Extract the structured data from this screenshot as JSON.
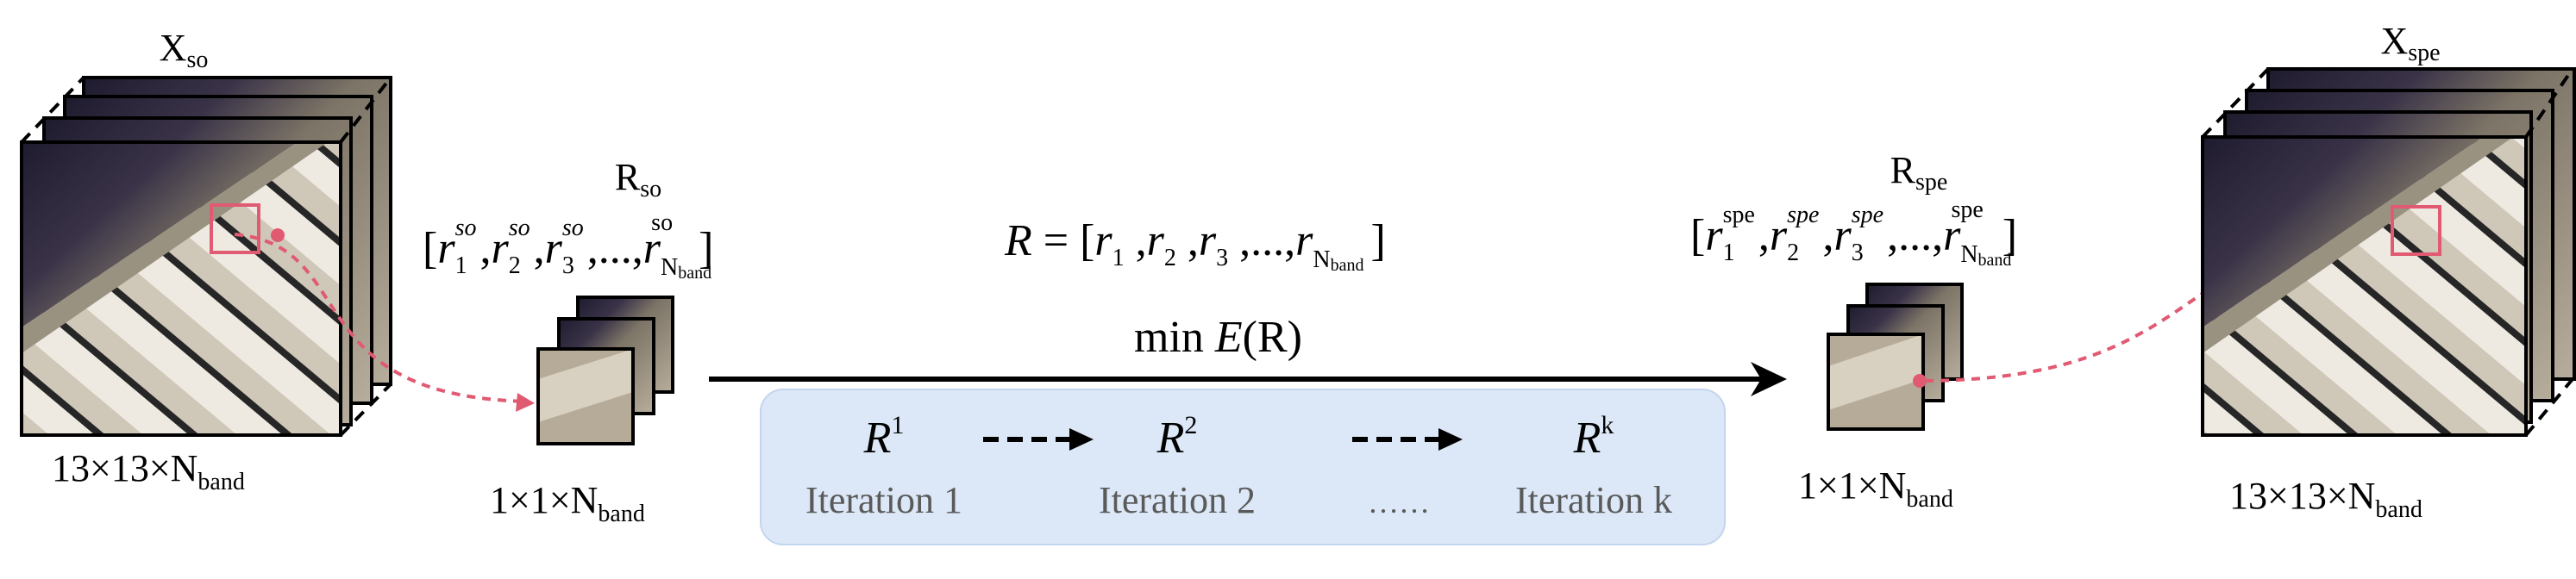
{
  "left_cube": {
    "title": "X",
    "title_sub": "so",
    "size_label": "13×13×N",
    "size_sub": "band"
  },
  "small_left": {
    "title": "R",
    "title_sub": "so",
    "vector": {
      "open": "[",
      "r": "r",
      "sub1": "1",
      "sup1": "so",
      "sub2": "2",
      "sup2": "so",
      "sub3": "3",
      "sup3": "so",
      "ellipsis": ",...,",
      "subN": "N",
      "subN_sub": "band",
      "supN": "so",
      "close": "]"
    },
    "size_label": "1×1×N",
    "size_sub": "band"
  },
  "center": {
    "equation": {
      "lhs": "R",
      "eq": " = [",
      "r": "r",
      "s1": "1",
      "s2": "2",
      "s3": "3",
      "dots": " ,...,",
      "sN": "N",
      "sN_sub": "band",
      "close": "]"
    },
    "min_prefix": "min ",
    "min_E": "E",
    "min_arg": "(R)",
    "iterations": [
      {
        "symbol": "R",
        "sup": "1",
        "label": "Iteration 1"
      },
      {
        "symbol": "R",
        "sup": "2",
        "label": "Iteration 2"
      },
      {
        "symbol": "",
        "sup": "",
        "label": "……"
      },
      {
        "symbol": "R",
        "sup": "k",
        "label": "Iteration k"
      }
    ]
  },
  "small_right": {
    "title": "R",
    "title_sub": "spe",
    "vector": {
      "open": "[",
      "r": "r",
      "sub1": "1",
      "sup1": "spe",
      "sub2": "2",
      "sup2": "spe",
      "sub3": "3",
      "sup3": "spe",
      "ellipsis": ",...,",
      "subN": "N",
      "subN_sub": "band",
      "supN": "spe",
      "close": "]"
    },
    "size_label": "1×1×N",
    "size_sub": "band"
  },
  "right_cube": {
    "title": "X",
    "title_sub": "spe",
    "size_label": "13×13×N",
    "size_sub": "band"
  },
  "colors": {
    "highlight": "#e05a72",
    "iteration_box": "#dce8f7",
    "iteration_box_border": "#c3d5ee",
    "iteration_text": "#5a5a5a",
    "arrow": "#000000"
  }
}
